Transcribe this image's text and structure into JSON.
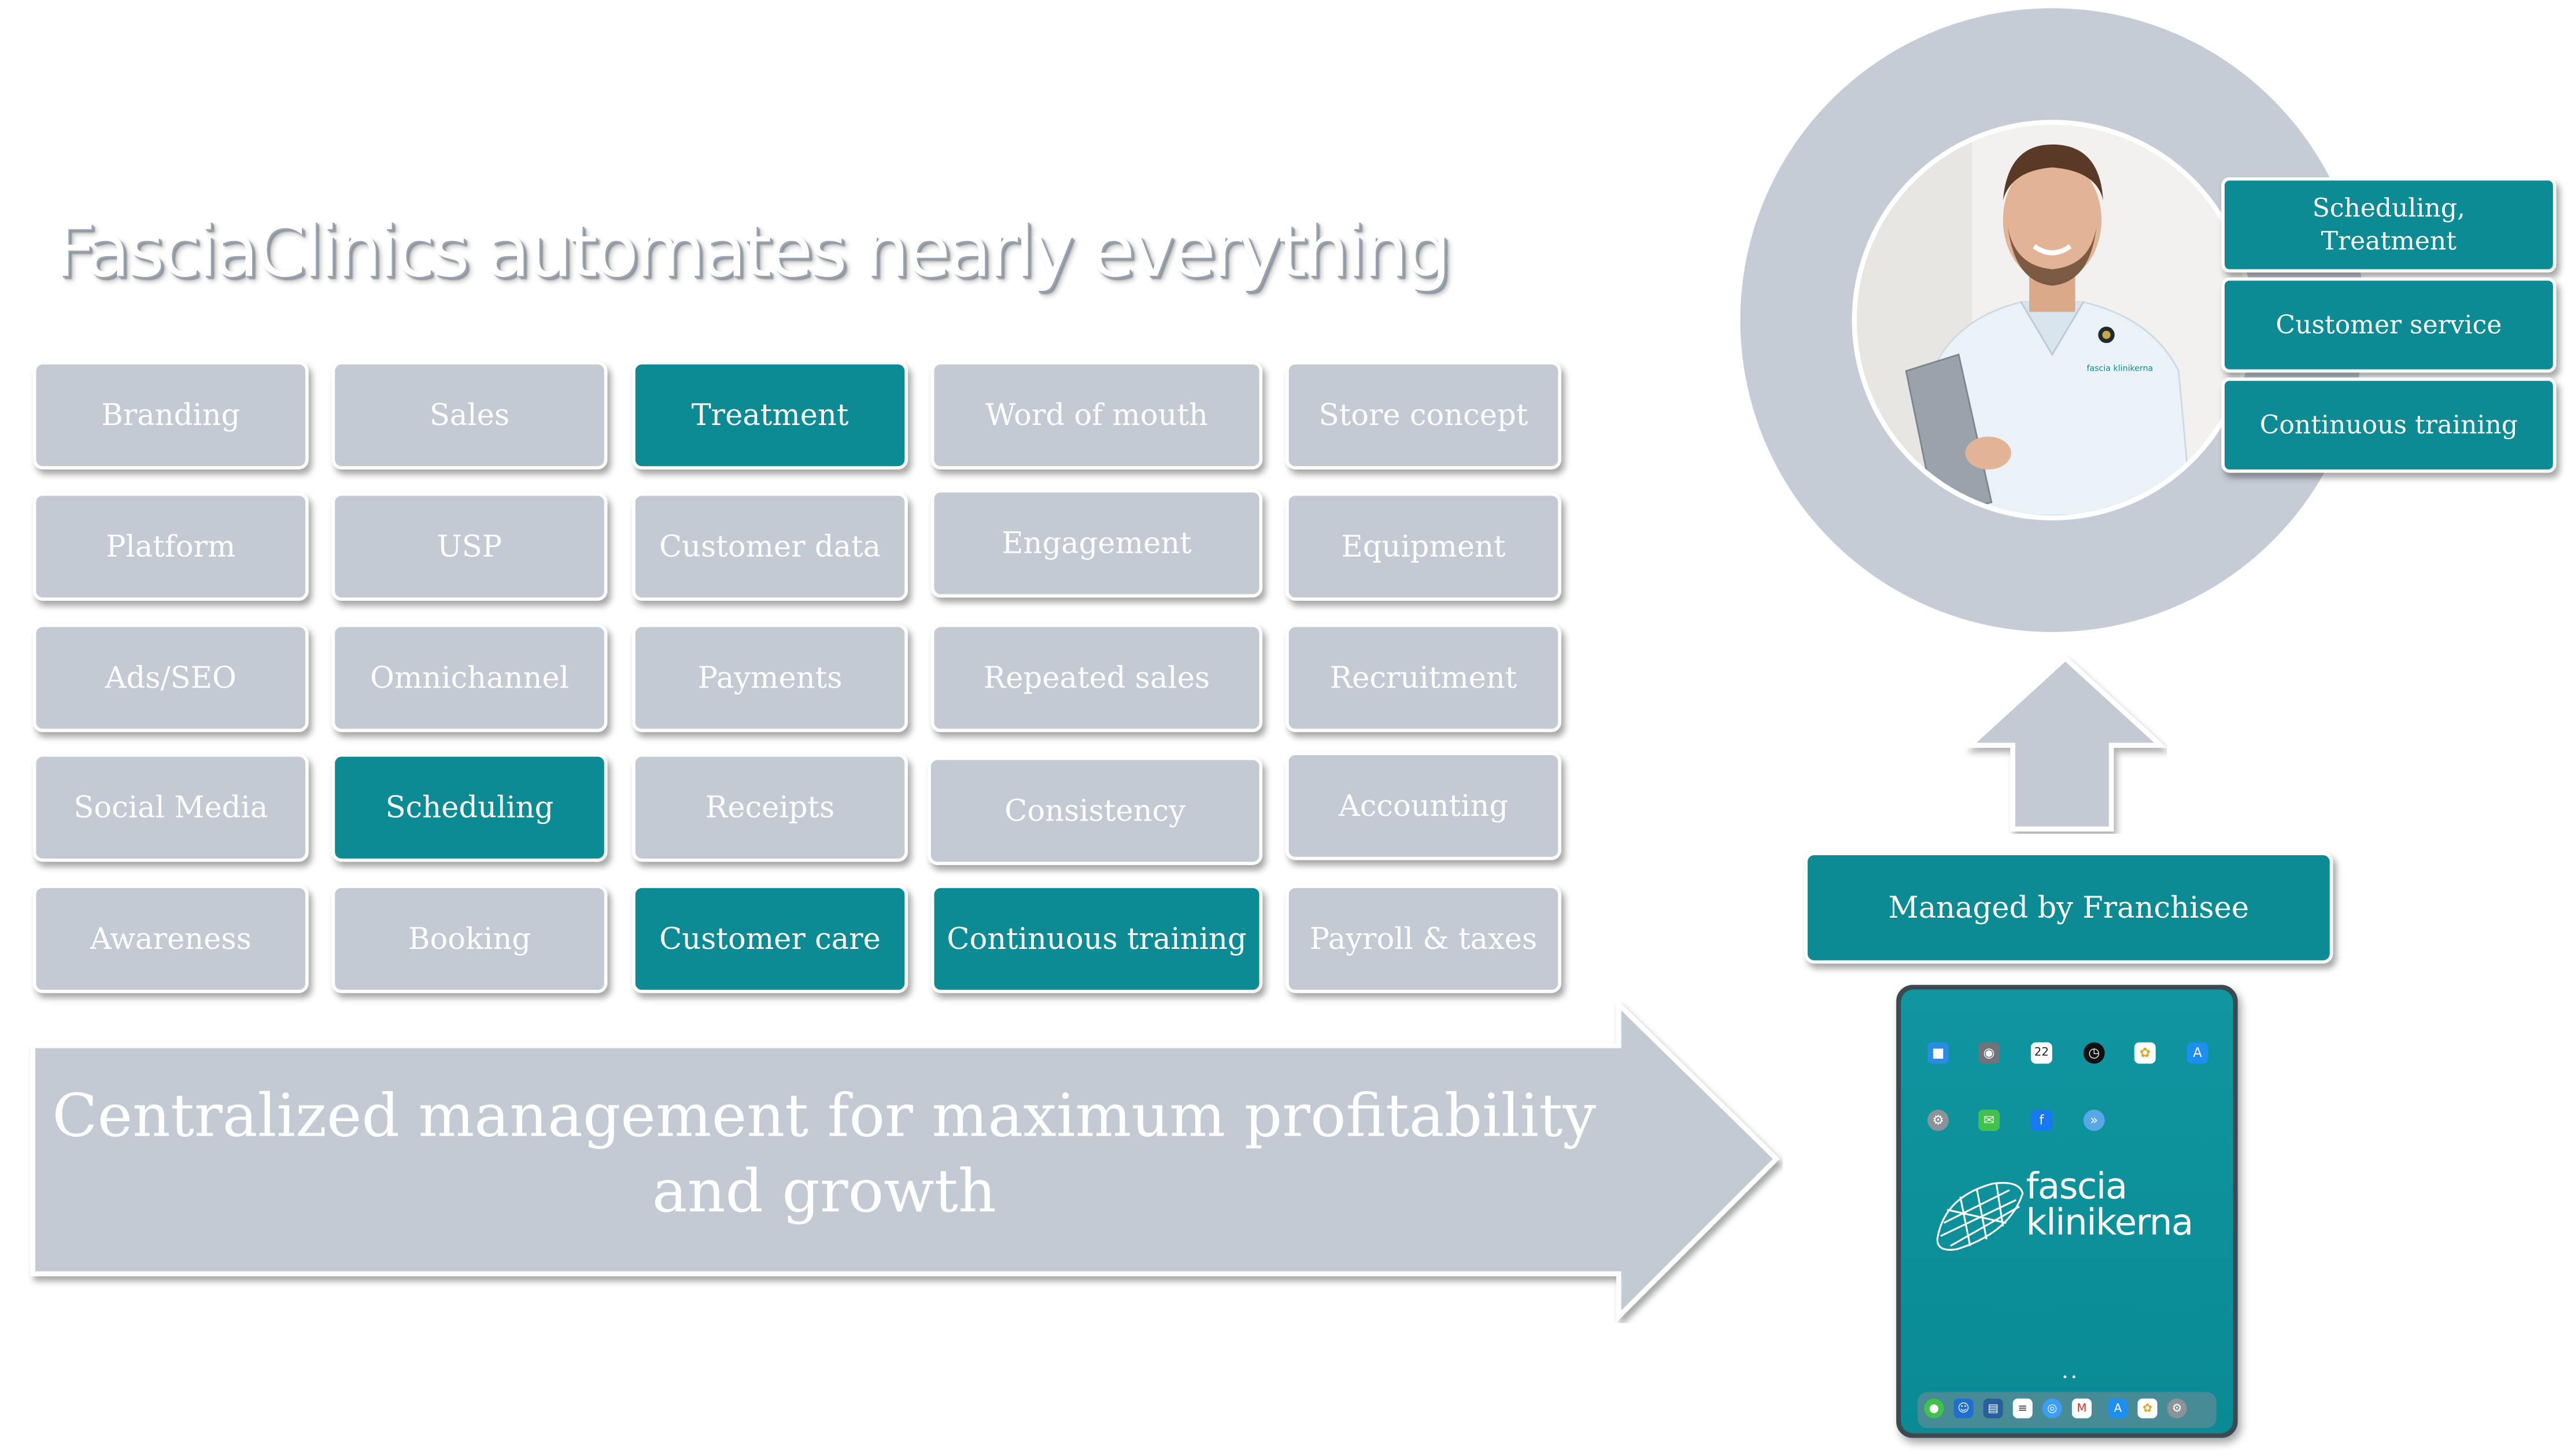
{
  "title": "FasciaClinics automates nearly everything",
  "grid": [
    [
      "Branding",
      "Sales",
      "Treatment",
      "Word of mouth",
      "Store concept"
    ],
    [
      "Platform",
      "USP",
      "Customer data",
      "Engagement",
      "Equipment"
    ],
    [
      "Ads/SEO",
      "Omnichannel",
      "Payments",
      "Repeated sales",
      "Recruitment"
    ],
    [
      "Social Media",
      "Scheduling",
      "Receipts",
      "Consistency",
      "Accounting"
    ],
    [
      "Awareness",
      "Booking",
      "Customer care",
      "Continuous training",
      "Payroll & taxes"
    ]
  ],
  "highlighted": [
    "Treatment",
    "Scheduling",
    "Customer care",
    "Continuous training"
  ],
  "arrow_text_line1": "Centralized management for maximum profitability",
  "arrow_text_line2": "and growth",
  "side_boxes": [
    "Scheduling, Treatment",
    "Customer service",
    "Continuous training"
  ],
  "managed": "Managed by Franchisee",
  "tablet": {
    "calendar_day": "22",
    "brand_line1": "fascia",
    "brand_line2": "klinikerna",
    "uniform_badge": "fascia klinikerna",
    "page_dots": "• •"
  },
  "colors": {
    "teal": "#0d8b95",
    "grey": "#c4cad4",
    "ring": "#c6ccd6"
  }
}
